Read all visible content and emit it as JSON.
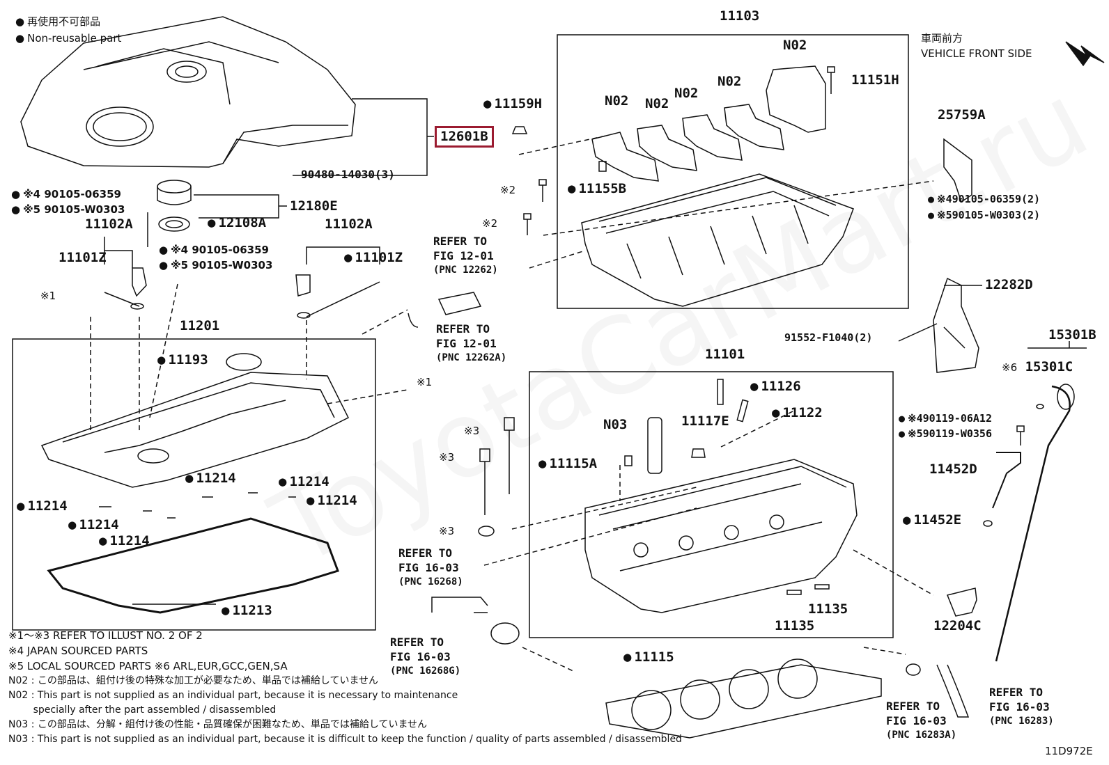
{
  "legend": {
    "jp": "再使用不可部品",
    "en": "Non-reusable part",
    "front_jp": "車両前方",
    "front_en": "VEHICLE FRONT SIDE"
  },
  "labels": {
    "l11103": "11103",
    "n02_a": "N02",
    "n02_b": "N02",
    "n02_c": "N02",
    "n02_d": "N02",
    "n02_e": "N02",
    "l11151h": "11151H",
    "l11159h": "11159H",
    "l11155b": "11155B",
    "l25759a": "25759A",
    "l12601b": "12601B",
    "l90480": "90480-14030(3)",
    "l12180e": "12180E",
    "l12108a": "12108A",
    "l90105_06359_left": "90105-06359",
    "l90105_w0303_left": "90105-W0303",
    "l11102a_left": "11102A",
    "l11101z_left": "11101Z",
    "l90105_06359_mid": "90105-06359",
    "l90105_w0303_mid": "90105-W0303",
    "l11102a_right": "11102A",
    "l11101z_right": "11101Z",
    "l90105_06359_2": "90105-06359(2)",
    "l90105_w0303_2": "90105-W0303(2)",
    "l12282d": "12282D",
    "l91552": "91552-F1040(2)",
    "l15301b": "15301B",
    "l15301c": "15301C",
    "l11201": "11201",
    "l11193": "11193",
    "l11101": "11101",
    "l11126": "11126",
    "l11122": "11122",
    "n03": "N03",
    "l11117e": "11117E",
    "l11115a": "11115A",
    "l90119_06a12": "90119-06A12",
    "l90119_w0356": "90119-W0356",
    "l11452d": "11452D",
    "l11452e": "11452E",
    "l11214_a": "11214",
    "l11214_b": "11214",
    "l11214_c": "11214",
    "l11214_d": "11214",
    "l11214_e": "11214",
    "l11214_f": "11214",
    "l11213": "11213",
    "l11135_a": "11135",
    "l11135_b": "11135",
    "l12204c": "12204C",
    "l11115": "11115",
    "diagram_id": "11D972E"
  },
  "marks": {
    "m1": "※1",
    "m1b": "※1",
    "m2a": "※2",
    "m2b": "※2",
    "m3a": "※3",
    "m3b": "※3",
    "m3c": "※3",
    "m4_left": "※4",
    "m5_left": "※5",
    "m4_mid": "※4",
    "m5_mid": "※5",
    "m4_right": "※4",
    "m5_right": "※5",
    "m4_dip": "※4",
    "m5_dip": "※5",
    "m6": "※6"
  },
  "refs": {
    "r1": {
      "line1": "REFER TO",
      "line2": "FIG 12-01",
      "pnc": "(PNC 12262)"
    },
    "r2": {
      "line1": "REFER TO",
      "line2": "FIG 12-01",
      "pnc": "(PNC 12262A)"
    },
    "r3": {
      "line1": "REFER TO",
      "line2": "FIG 16-03",
      "pnc": "(PNC 16268)"
    },
    "r4": {
      "line1": "REFER TO",
      "line2": "FIG 16-03",
      "pnc": "(PNC 16268G)"
    },
    "r5": {
      "line1": "REFER TO",
      "line2": "FIG 16-03",
      "pnc": "(PNC 16283A)"
    },
    "r6": {
      "line1": "REFER TO",
      "line2": "FIG 16-03",
      "pnc": "(PNC 16283)"
    }
  },
  "notes": [
    "※1～※3  REFER TO ILLUST NO. 2 OF 2",
    "※4 JAPAN SOURCED PARTS",
    "※5 LOCAL SOURCED PARTS   ※6 ARL,EUR,GCC,GEN,SA",
    "N02 : この部品は、組付け後の特殊な加工が必要なため、単品では補給していません",
    "N02 : This part is not supplied as an individual part, because it is necessary to maintenance",
    "        specially after the part assembled / disassembled",
    "N03 : この部品は、分解・組付け後の性能・品質確保が困難なため、単品では補給していません",
    "N03 : This part is not supplied as an individual part, because it is difficult to keep the function / quality of parts  assembled / disassembled"
  ],
  "colors": {
    "highlight": "#9b1b30",
    "line": "#111111"
  }
}
